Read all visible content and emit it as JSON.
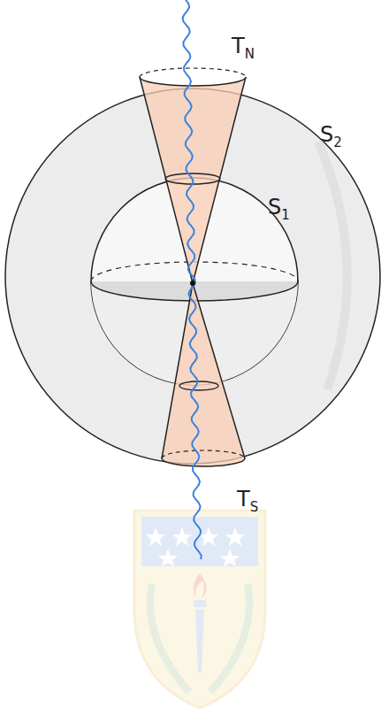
{
  "diagram": {
    "labels": [
      "TN",
      "S2",
      "S1",
      "TS"
    ]
  }
}
